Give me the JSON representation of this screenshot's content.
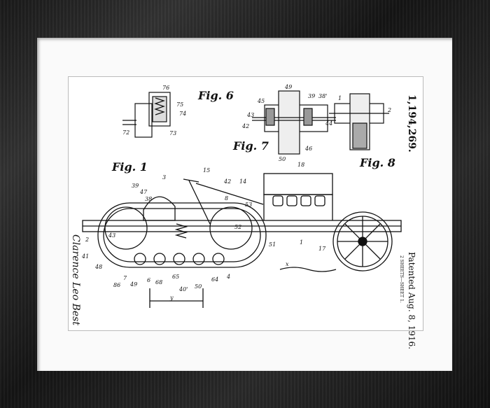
{
  "figures": {
    "fig1": "Fig. 1",
    "fig6": "Fig. 6",
    "fig7": "Fig. 7",
    "fig8": "Fig. 8"
  },
  "patent": {
    "number": "1,194,269.",
    "date": "Patented Aug. 8, 1916.",
    "sheet": "2 SHEETS—SHEET 1.",
    "inventor": "Clarence Leo Best"
  },
  "labels": {
    "n3": "3",
    "n15": "15",
    "n18": "18",
    "n39": "39",
    "n47": "47",
    "n38": "38",
    "n42": "42",
    "n14": "14",
    "n8": "8",
    "n53": "53",
    "n52": "52",
    "n51": "51",
    "n2": "2",
    "n1": "1",
    "n17": "17",
    "n43": "43",
    "n41": "41",
    "n48": "48",
    "n7": "7",
    "n86": "86",
    "n49": "49",
    "n6": "6",
    "n68": "68",
    "n65": "65",
    "n64": "64",
    "n40p": "40'",
    "n50": "50",
    "n4": "4",
    "ny": "y",
    "nx": "x",
    "n76": "76",
    "n75": "75",
    "n74": "74",
    "n72": "72",
    "n73": "73",
    "n45": "45",
    "n39b": "39",
    "n38p": "38'",
    "n44": "44",
    "n46": "46"
  },
  "colors": {
    "frame": "#1f1f1f",
    "mat": "#fafafa",
    "ink": "#111111"
  }
}
